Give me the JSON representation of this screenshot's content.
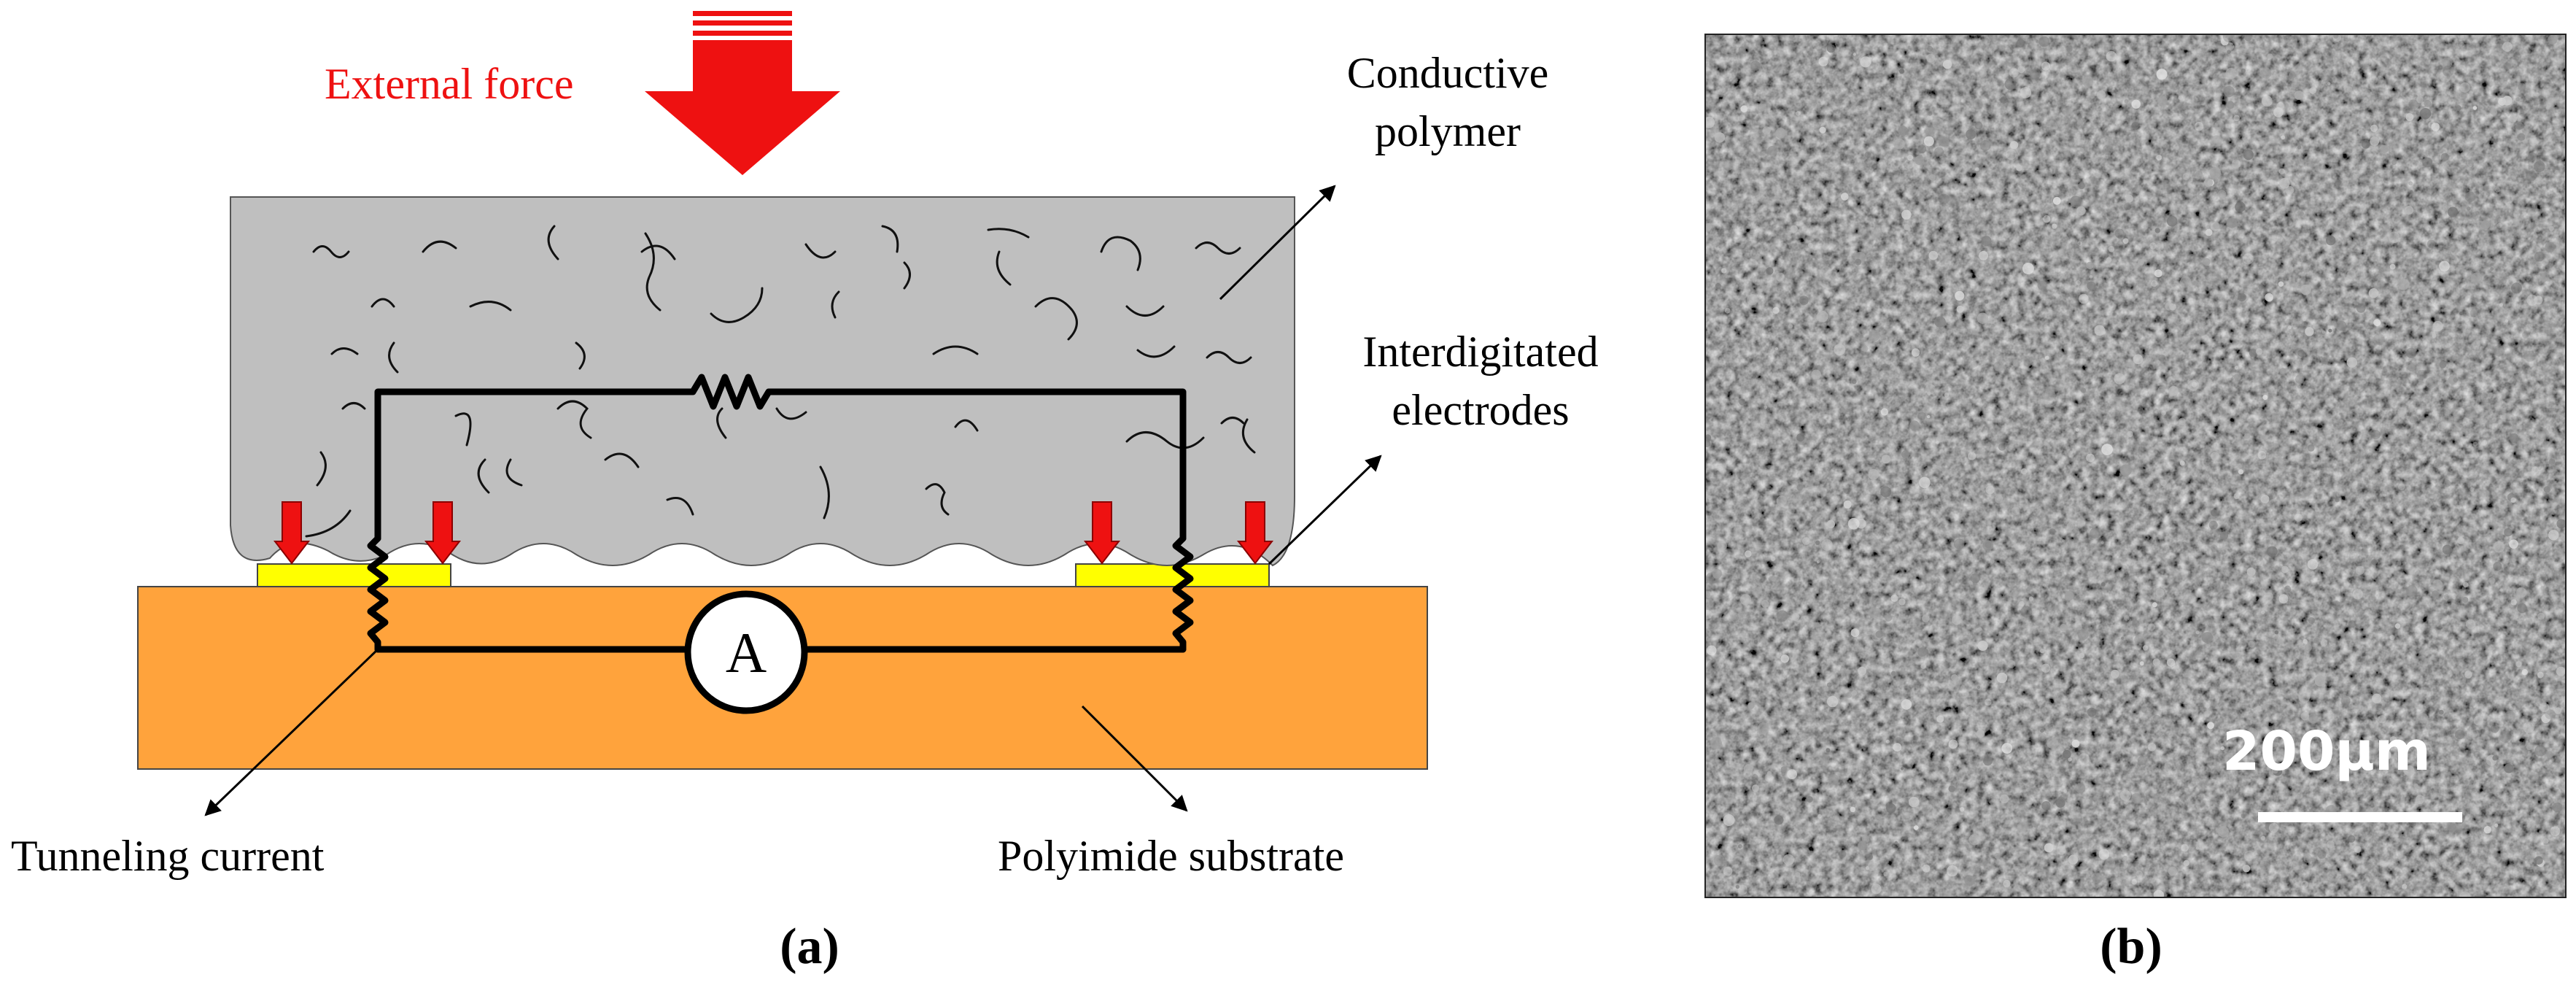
{
  "labels": {
    "external_force": "External force",
    "conductive_polymer_line1": "Conductive",
    "conductive_polymer_line2": "polymer",
    "interdigitated_line1": "Interdigitated",
    "interdigitated_line2": "electrodes",
    "tunneling_current": "Tunneling current",
    "polyimide_substrate": "Polyimide substrate",
    "ammeter": "A",
    "scale_bar": "200μm",
    "panel_a": "(a)",
    "panel_b": "(b)"
  },
  "colors": {
    "force_arrow": "#ee1111",
    "external_force_text": "#ee1111",
    "polymer": "#bfbfbf",
    "substrate": "#ffa33c",
    "electrode": "#ffff00",
    "wire": "#000000",
    "sem_background": "#383838"
  },
  "icons": {
    "force": "down-arrow-icon",
    "meter": "ammeter-icon",
    "contact": "resistor-icon"
  }
}
